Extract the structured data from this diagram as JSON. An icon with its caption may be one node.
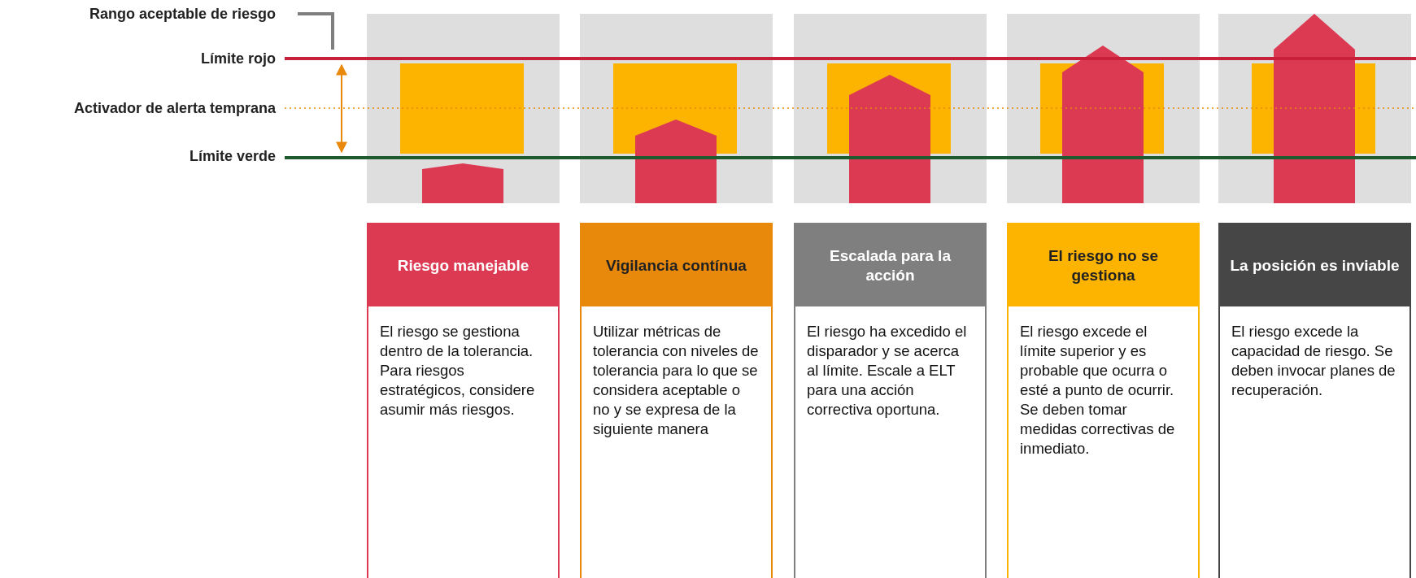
{
  "diagram": {
    "nodes": [
      {
        "text": [
          "Riesgo manejable",
          "El riesgo se gestiona dentro de la tolerancia. Para riesgos estratégicos, considere asumir más riesgos."
        ]
      },
      {
        "text": [
          "Vigilancia contínua",
          "Utilizar métricas de tolerancia con niveles de tolerancia para lo que se considera aceptable o no y se expresa de la siguiente manera"
        ]
      },
      {
        "text": [
          "Escalada para la acción",
          "El riesgo ha excedido el disparador y se acerca al límite. Escale a ELT para una acción correctiva oportuna."
        ]
      },
      {
        "text": [
          "El riesgo no se gestiona",
          "El riesgo excede el límite superior y es probable que ocurra o esté a punto de ocurrir. Se deben tomar medidas correctivas de inmediato."
        ]
      },
      {
        "text": [
          "La posición es inviable",
          "El riesgo excede la capacidad de riesgo. Se deben invocar planes de recuperación."
        ]
      }
    ],
    "labels": [
      "Rango aceptable de riesgo",
      "Límite rojo",
      "Activador de alerta temprana",
      "Límite verde"
    ]
  }
}
